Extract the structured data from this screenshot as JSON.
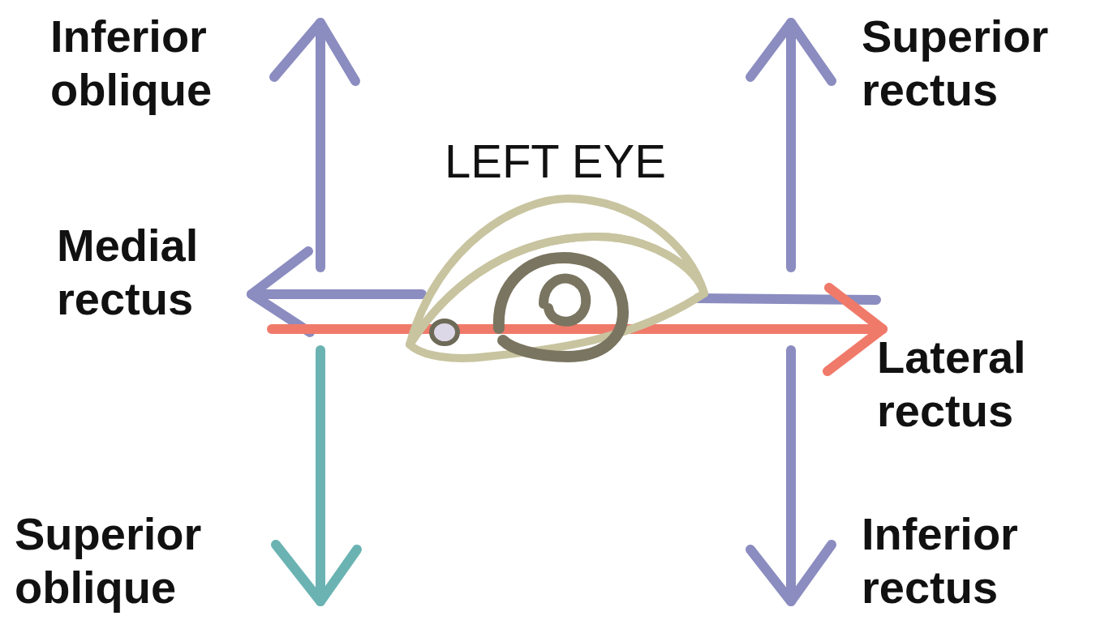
{
  "diagram": {
    "title": "LEFT EYE",
    "labels": [
      "Inferior oblique",
      "Superior rectus",
      "Medial rectus",
      "Lateral rectus",
      "Superior oblique",
      "Inferior rectus"
    ]
  }
}
